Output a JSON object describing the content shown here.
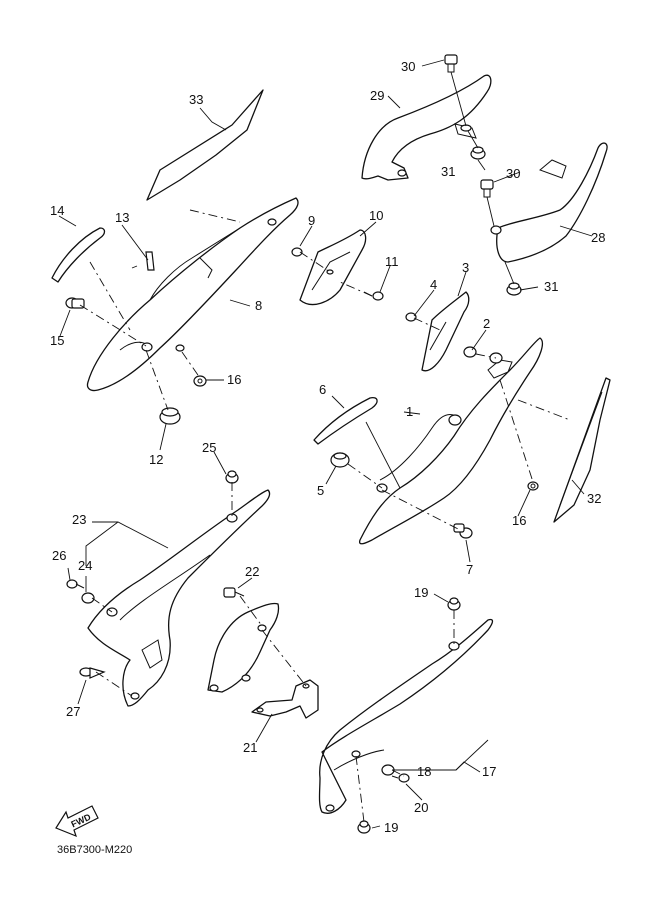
{
  "diagram_code": "36B7300-M220",
  "fwd_label": "FWD",
  "callouts": [
    {
      "id": "c1",
      "text": "1"
    },
    {
      "id": "c2",
      "text": "2"
    },
    {
      "id": "c3",
      "text": "3"
    },
    {
      "id": "c4",
      "text": "4"
    },
    {
      "id": "c5",
      "text": "5"
    },
    {
      "id": "c6",
      "text": "6"
    },
    {
      "id": "c7",
      "text": "7"
    },
    {
      "id": "c8",
      "text": "8"
    },
    {
      "id": "c9",
      "text": "9"
    },
    {
      "id": "c10",
      "text": "10"
    },
    {
      "id": "c11",
      "text": "11"
    },
    {
      "id": "c12",
      "text": "12"
    },
    {
      "id": "c13",
      "text": "13"
    },
    {
      "id": "c14",
      "text": "14"
    },
    {
      "id": "c15",
      "text": "15"
    },
    {
      "id": "c16a",
      "text": "16"
    },
    {
      "id": "c16b",
      "text": "16"
    },
    {
      "id": "c17",
      "text": "17"
    },
    {
      "id": "c18",
      "text": "18"
    },
    {
      "id": "c19a",
      "text": "19"
    },
    {
      "id": "c19b",
      "text": "19"
    },
    {
      "id": "c20",
      "text": "20"
    },
    {
      "id": "c21",
      "text": "21"
    },
    {
      "id": "c22",
      "text": "22"
    },
    {
      "id": "c23",
      "text": "23"
    },
    {
      "id": "c24",
      "text": "24"
    },
    {
      "id": "c25",
      "text": "25"
    },
    {
      "id": "c26",
      "text": "26"
    },
    {
      "id": "c27",
      "text": "27"
    },
    {
      "id": "c28",
      "text": "28"
    },
    {
      "id": "c29",
      "text": "29"
    },
    {
      "id": "c30a",
      "text": "30"
    },
    {
      "id": "c30b",
      "text": "30"
    },
    {
      "id": "c31a",
      "text": "31"
    },
    {
      "id": "c31b",
      "text": "31"
    },
    {
      "id": "c32",
      "text": "32"
    },
    {
      "id": "c33",
      "text": "33"
    }
  ]
}
